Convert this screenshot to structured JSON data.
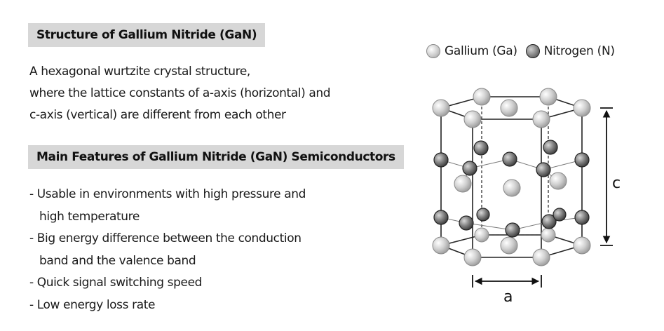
{
  "headings": {
    "structure": "Structure of Gallium Nitride (GaN)",
    "features": "Main Features of Gallium Nitride (GaN) Semiconductors"
  },
  "description": [
    "A hexagonal wurtzite crystal structure,",
    "where the lattice constants of a-axis (horizontal) and",
    "c-axis (vertical) are different from each other"
  ],
  "features": [
    {
      "line1": "- Usable in environments with high pressure and",
      "line2": "high temperature"
    },
    {
      "line1": "- Big energy difference between the conduction",
      "line2": "band and the valence band"
    },
    {
      "line1": "- Quick signal switching speed"
    },
    {
      "line1": "- Low energy loss rate"
    }
  ],
  "legend": {
    "gallium": "Gallium (Ga)",
    "nitrogen": "Nitrogen (N)"
  },
  "axes": {
    "a": "a",
    "c": "c"
  },
  "colors": {
    "heading_bg": "#d7d7d7",
    "gallium": "#c8c8c8",
    "nitrogen": "#6e6e6e"
  }
}
